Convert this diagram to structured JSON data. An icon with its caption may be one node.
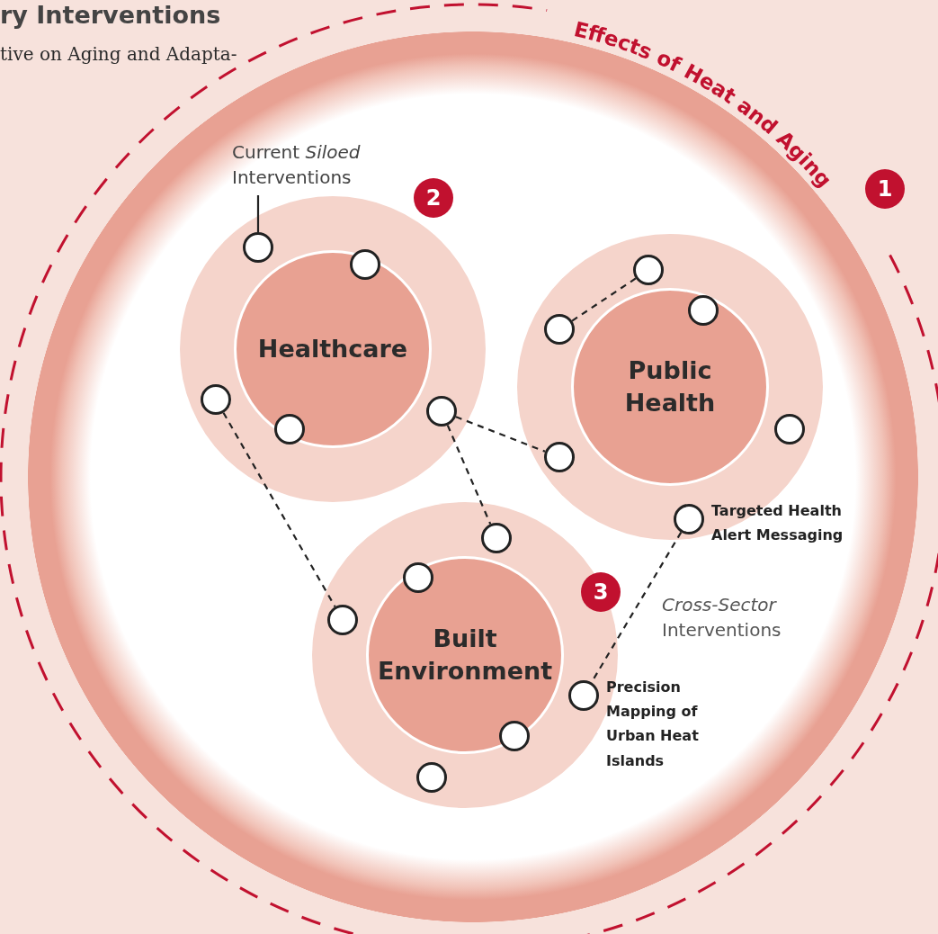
{
  "diagram": {
    "nodes": [
      {
        "text": [
          "Effects of Heat and Aging"
        ]
      },
      {
        "text": [
          "1"
        ],
        "in": 0
      },
      {
        "text": [
          "Current *Siloed* Interventions"
        ],
        "in": 0
      },
      {
        "text": [
          "2"
        ],
        "in": 0
      },
      {
        "text": [
          "Healthcare"
        ],
        "in": 0
      },
      {
        "text": [],
        "shape": "circle",
        "in": 4
      },
      {
        "text": [],
        "shape": "circle",
        "in": 4
      },
      {
        "text": [],
        "shape": "circle",
        "in": 4
      },
      {
        "text": [],
        "shape": "circle",
        "in": 4
      },
      {
        "text": [],
        "shape": "circle",
        "in": 4
      },
      {
        "text": [
          "Public Health"
        ],
        "in": 0
      },
      {
        "text": [],
        "shape": "circle",
        "in": 10
      },
      {
        "text": [],
        "shape": "circle",
        "in": 10
      },
      {
        "text": [],
        "shape": "circle",
        "in": 10
      },
      {
        "text": [],
        "shape": "circle",
        "in": 10
      },
      {
        "text": [],
        "shape": "circle",
        "in": 10
      },
      {
        "text": [],
        "shape": "circle",
        "in": 10,
        "beside": [
          "Targeted Health Alert Messaging"
        ]
      },
      {
        "text": [
          "3"
        ],
        "in": 18
      },
      {
        "text": [
          "Built Environment"
        ],
        "in": 0
      },
      {
        "text": [],
        "shape": "circle",
        "in": 18
      },
      {
        "text": [],
        "shape": "circle",
        "in": 18
      },
      {
        "text": [],
        "shape": "circle",
        "in": 18
      },
      {
        "text": [],
        "shape": "circle",
        "in": 18,
        "beside": [
          "Precision Mapping of Urban Heat Islands"
        ]
      },
      {
        "text": [],
        "shape": "circle",
        "in": 18
      },
      {
        "text": [],
        "shape": "circle",
        "in": 18
      }
    ],
    "edges": [
      {
        "from": 2,
        "to": 5,
        "arrow": "none"
      },
      {
        "from": 7,
        "to": 21,
        "arrow": "none",
        "style": "dashed"
      },
      {
        "from": 9,
        "to": 15,
        "arrow": "none",
        "style": "dashed"
      },
      {
        "from": 9,
        "to": 19,
        "arrow": "none",
        "style": "dashed"
      },
      {
        "from": 12,
        "to": 11,
        "arrow": "none",
        "style": "dashed"
      },
      {
        "from": 16,
        "to": 22,
        "arrow": "none",
        "style": "dashed"
      }
    ],
    "labels": [
      "ry Interventions",
      "tive on Aging and Adapta-",
      "*Cross-Sector* Interventions"
    ]
  }
}
